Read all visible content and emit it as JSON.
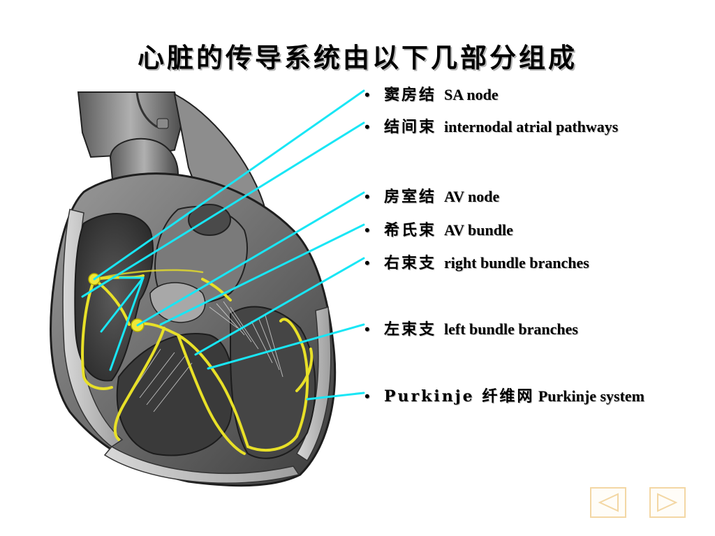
{
  "slide": {
    "title": "心脏的传导系统由以下几部分组成"
  },
  "bullets": [
    {
      "marker": "•",
      "zh": "窦房结",
      "en": "SA node"
    },
    {
      "marker": "•",
      "zh": "结间束",
      "en": "internodal atrial pathways"
    },
    {
      "marker": "•",
      "zh": "房室结",
      "en": "AV node"
    },
    {
      "marker": "•",
      "zh": "希氏束",
      "en": "AV bundle"
    },
    {
      "marker": "•",
      "zh": "右束支",
      "en": "right bundle branches"
    },
    {
      "marker": "•",
      "zh": "左束支",
      "en": "left bundle branches"
    },
    {
      "marker": "•",
      "zh": "Purkinje  纤维网",
      "en": "Purkinje system"
    }
  ],
  "nav": {
    "prev_icon": "triangle-left-icon",
    "next_icon": "triangle-right-icon"
  },
  "colors": {
    "leader_line": "#19e6f5",
    "conduction": "#e8e028",
    "nav_border": "#f3d7a4"
  }
}
